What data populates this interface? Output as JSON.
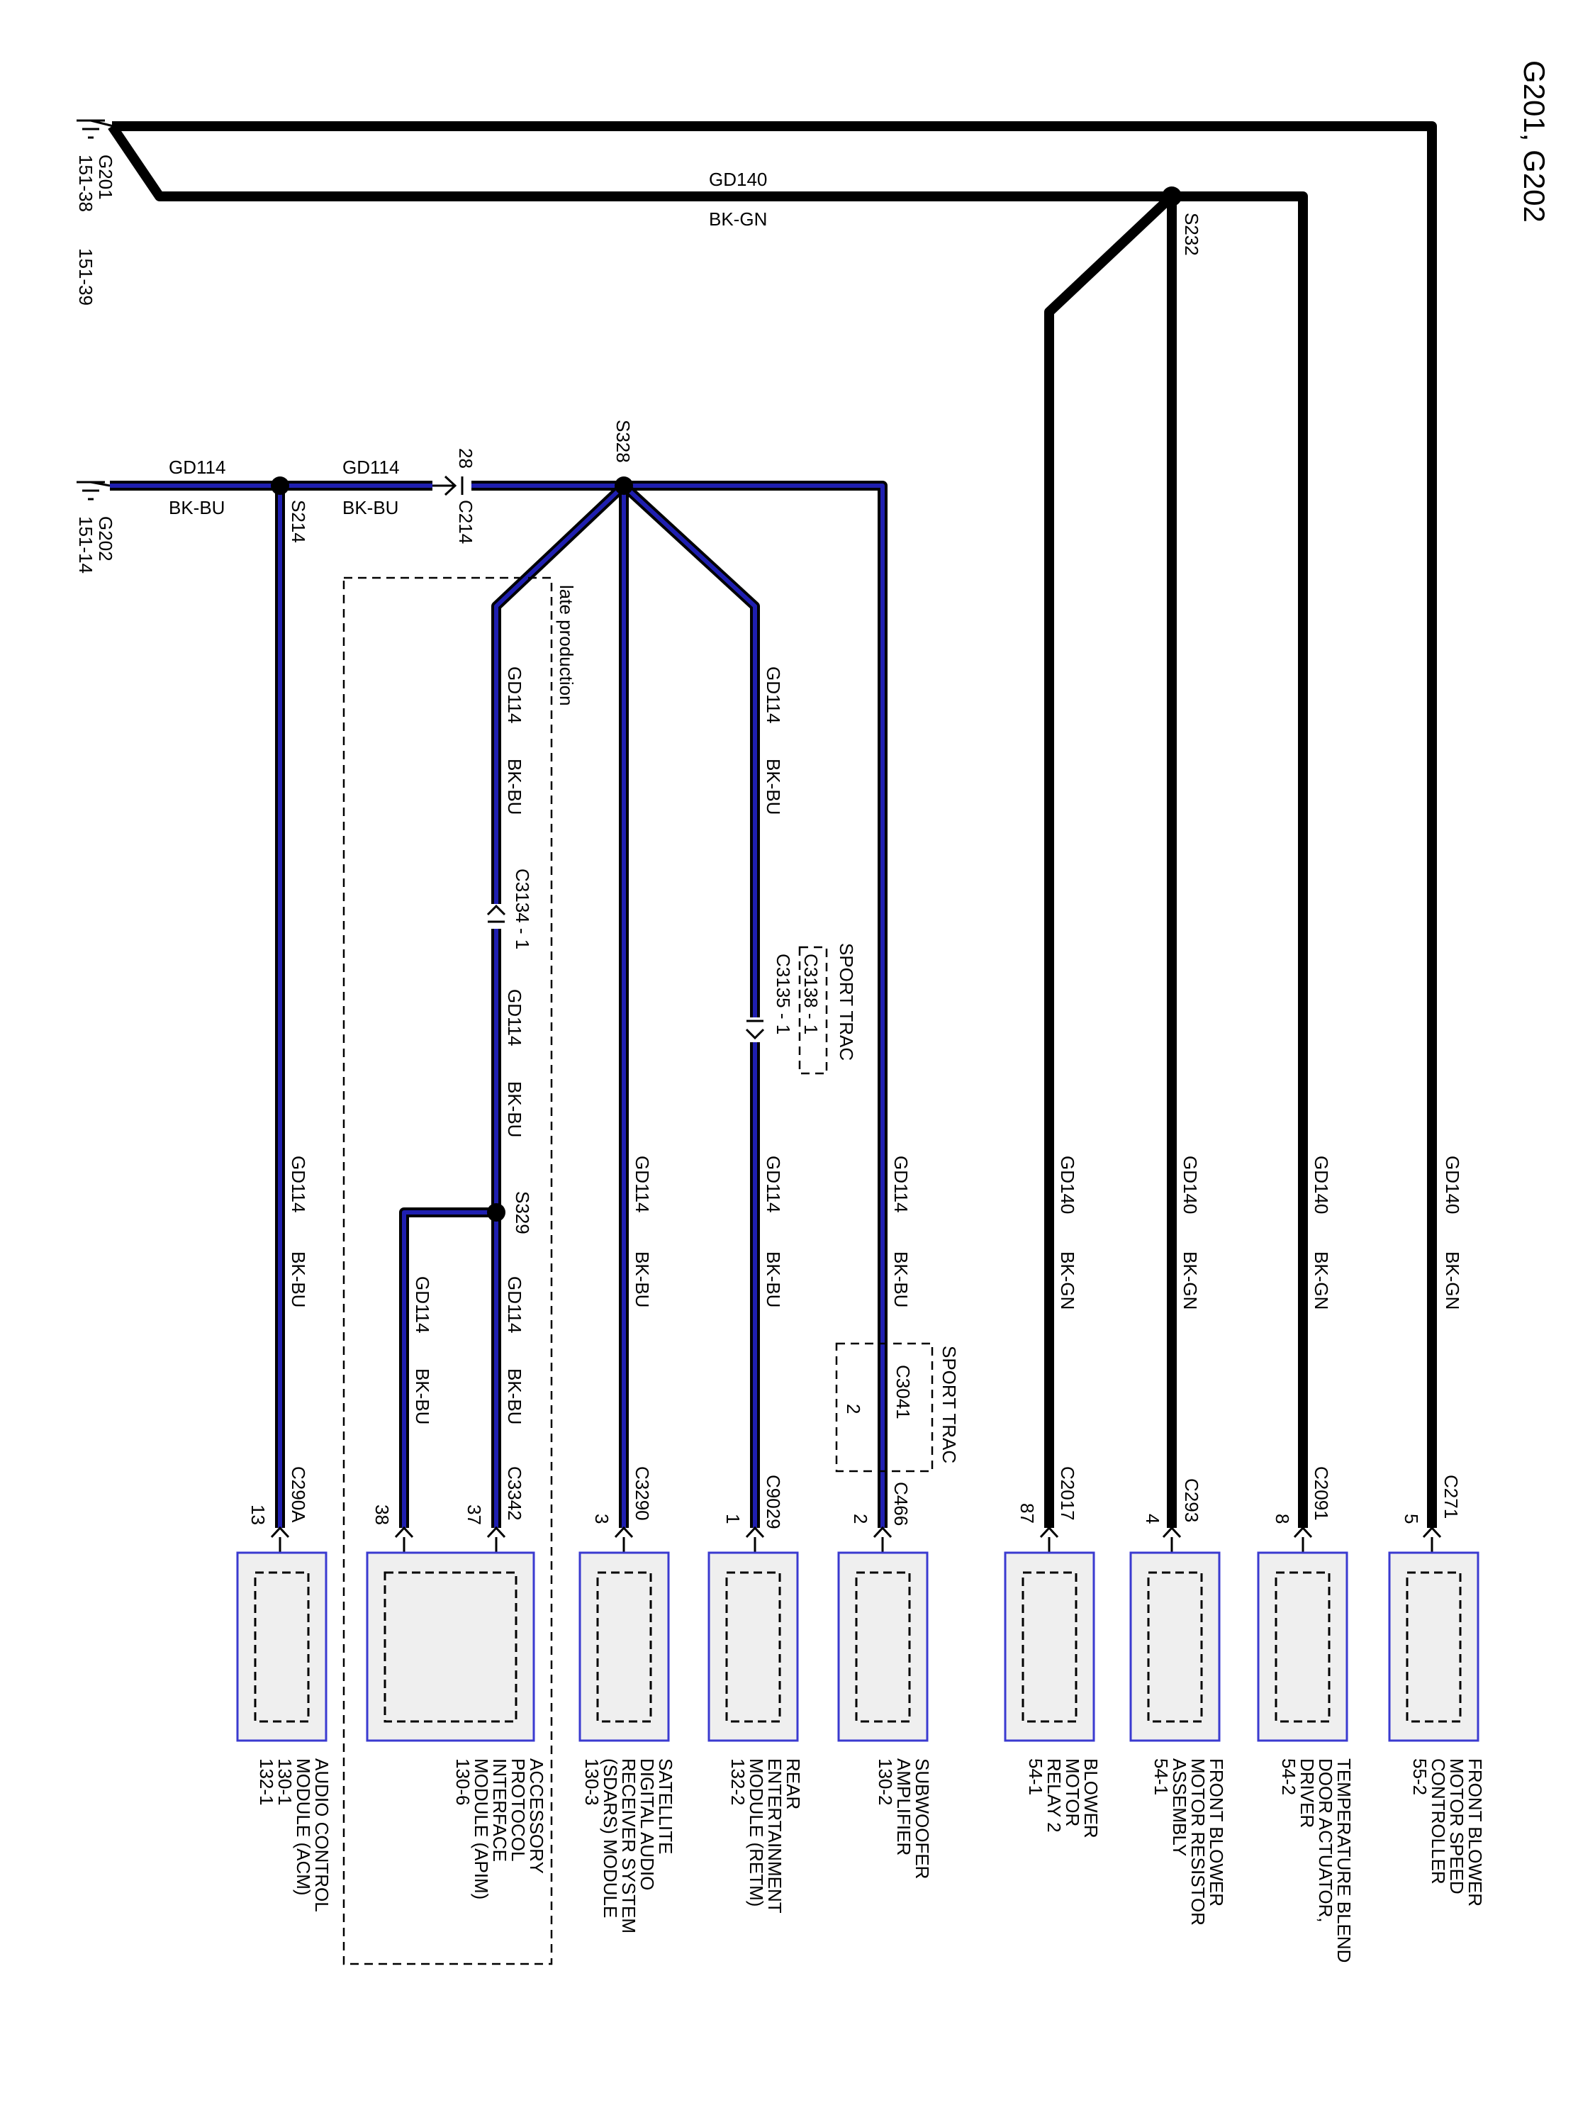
{
  "title": "G201, G202",
  "grounds": {
    "g201": {
      "name": "G201",
      "refs": [
        "151-38",
        "151-39"
      ]
    },
    "g202": {
      "name": "G202",
      "refs": [
        "151-14"
      ]
    }
  },
  "wires": {
    "gd140_label": "GD140",
    "gd140_color": "BK-GN",
    "gd114_label": "GD114",
    "gd114_color": "BK-BU"
  },
  "splices": {
    "s232": "S232",
    "s328": "S328",
    "s214": "S214",
    "s329": "S329"
  },
  "connectors": {
    "c214": "C214",
    "c214_pin": "28",
    "c3134": "C3134 - 1",
    "c3135": "C3135 - 1",
    "c3138": "C3138 - 1",
    "c3041": "C3041",
    "c3041_pin": "2",
    "c3342": "C3342",
    "sport_trac": "SPORT TRAC",
    "late_production": "late production"
  },
  "components": [
    {
      "id": "front-blower-motor-speed-controller",
      "connector": "C271",
      "pin": "5",
      "lines": [
        "FRONT BLOWER",
        "MOTOR SPEED",
        "CONTROLLER",
        "55-2"
      ]
    },
    {
      "id": "temperature-blend-door-actuator",
      "connector": "C2091",
      "pin": "8",
      "lines": [
        "TEMPERATURE BLEND",
        "DOOR ACTUATOR,",
        "DRIVER",
        "54-2"
      ]
    },
    {
      "id": "front-blower-motor-resistor",
      "connector": "C293",
      "pin": "4",
      "lines": [
        "FRONT BLOWER",
        "MOTOR RESISTOR",
        "ASSEMBLY",
        "54-1"
      ]
    },
    {
      "id": "blower-motor-relay-2",
      "connector": "C2017",
      "pin": "87",
      "lines": [
        "BLOWER",
        "MOTOR",
        "RELAY 2",
        "54-1"
      ]
    },
    {
      "id": "subwoofer-amplifier",
      "connector": "C466",
      "pin": "2",
      "lines": [
        "SUBWOOFER",
        "AMPLIFIER",
        "130-2"
      ]
    },
    {
      "id": "rear-entertainment-module",
      "connector": "C9029",
      "pin": "1",
      "lines": [
        "REAR",
        "ENTERTAINMENT",
        "MODULE (RETM)",
        "132-2"
      ]
    },
    {
      "id": "sdars-module",
      "connector": "C3290",
      "pin": "3",
      "lines": [
        "SATELLITE",
        "DIGITAL AUDIO",
        "RECEIVER SYSTEM",
        "(SDARS) MODULE",
        "130-3"
      ]
    },
    {
      "id": "apim",
      "connector": "C3342",
      "pins": [
        "37",
        "38"
      ],
      "lines": [
        "ACCESSORY",
        "PROTOCOL",
        "INTERFACE",
        "MODULE (APIM)",
        "130-6"
      ]
    },
    {
      "id": "audio-control-module",
      "connector": "C290A",
      "pin": "13",
      "lines": [
        "AUDIO CONTROL",
        "MODULE (ACM)",
        "130-1",
        "132-1"
      ]
    }
  ]
}
